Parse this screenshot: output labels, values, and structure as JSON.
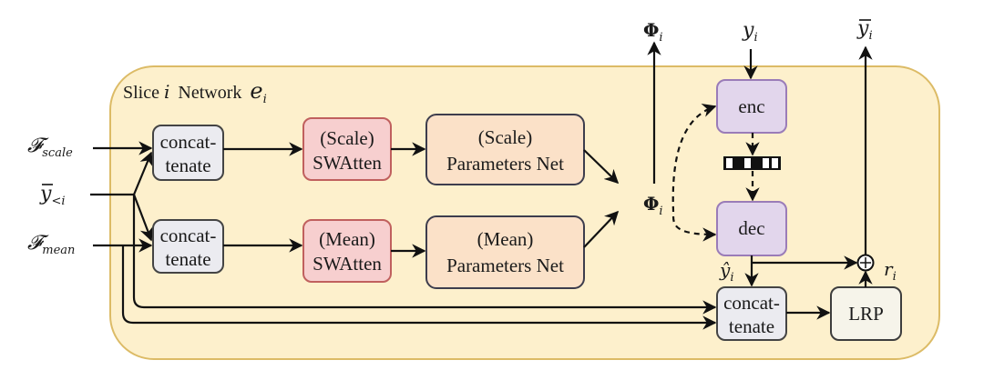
{
  "title": {
    "prefix": "Slice",
    "index_symbol": "i",
    "word": "Network",
    "network_symbol": "e",
    "network_subscript": "i"
  },
  "inputs": {
    "f_scale": {
      "symbol": "𝓕",
      "subscript": "scale"
    },
    "y_prev": {
      "symbol": "y",
      "subscript": "<i"
    },
    "f_mean": {
      "symbol": "𝓕",
      "subscript": "mean"
    },
    "y_i": {
      "symbol": "y",
      "subscript": "i"
    }
  },
  "outputs": {
    "phi_top": {
      "symbol": "Φ",
      "subscript": "i"
    },
    "y_bar": {
      "symbol": "y",
      "subscript": "i"
    }
  },
  "labels": {
    "phi_mid": {
      "symbol": "Φ",
      "subscript": "i"
    },
    "y_hat": {
      "symbol": "ŷ",
      "subscript": "i"
    },
    "r_i": {
      "symbol": "r",
      "subscript": "i"
    },
    "plus": "+"
  },
  "blocks": {
    "concat_scale": [
      "concat-",
      "tenate"
    ],
    "concat_mean": [
      "concat-",
      "tenate"
    ],
    "swatten_scale": [
      "(Scale)",
      "SWAtten"
    ],
    "swatten_mean": [
      "(Mean)",
      "SWAtten"
    ],
    "params_scale": [
      "(Scale)",
      "Parameters Net"
    ],
    "params_mean": [
      "(Mean)",
      "Parameters Net"
    ],
    "enc": "enc",
    "dec": "dec",
    "concat_out": [
      "concat-",
      "tenate"
    ],
    "lrp": "LRP"
  },
  "latent_cells": [
    0,
    1,
    0,
    1,
    0,
    0
  ],
  "colors": {
    "container_fill": "#fdf0cc",
    "container_stroke": "#dcbb66",
    "concat_fill": "#ebebf0",
    "swatten_fill": "#f7cfcf",
    "swatten_stroke": "#c0605e",
    "params_fill": "#fbe1c8",
    "codec_fill": "#e2d6ec",
    "codec_stroke": "#9a7cb8",
    "lrp_fill": "#f6f4ea",
    "line": "#111111"
  }
}
